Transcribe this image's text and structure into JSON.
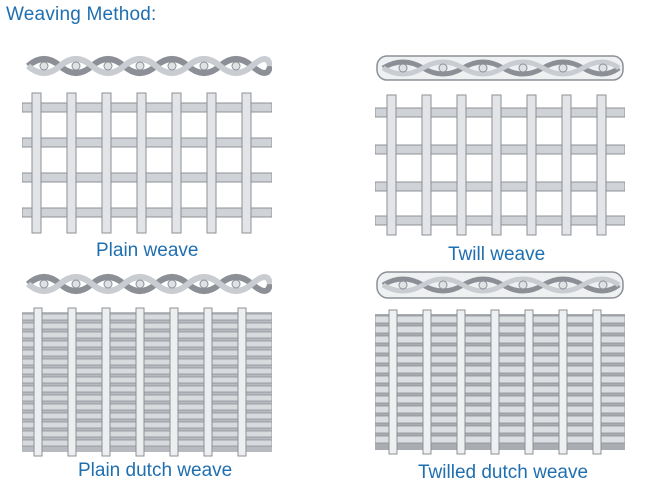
{
  "title": "Weaving Method:",
  "weaves": [
    {
      "label": "Plain weave"
    },
    {
      "label": "Twill weave"
    },
    {
      "label": "Plain dutch weave"
    },
    {
      "label": "Twilled dutch weave"
    }
  ]
}
